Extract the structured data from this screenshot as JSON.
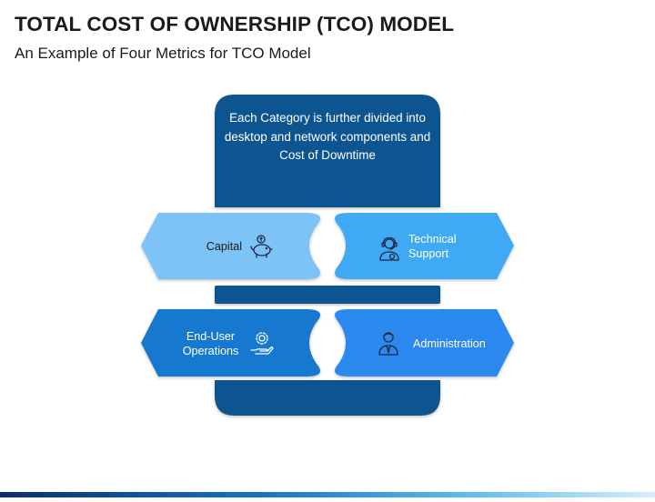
{
  "header": {
    "title": "TOTAL COST OF OWNERSHIP (TCO) MODEL",
    "subtitle": "An Example of Four Metrics for TCO Model"
  },
  "center": {
    "description": "Each Category is further divided into desktop and network components and Cost of Downtime"
  },
  "metrics": {
    "capital": {
      "label": "Capital",
      "icon": "piggy-bank-icon"
    },
    "technical_support": {
      "label": "Technical Support",
      "icon": "support-agent-icon"
    },
    "end_user_operations": {
      "label": "End-User Operations",
      "icon": "gear-hand-icon"
    },
    "administration": {
      "label": "Administration",
      "icon": "administrator-icon"
    }
  },
  "colors": {
    "navy": "#0e5591",
    "light_blue": "#7ec3f6",
    "sky_blue": "#40a9f4",
    "royal_blue": "#1478cf",
    "mid_blue": "#2a88ee",
    "icon_dark": "#1b2a44",
    "text_dark": "#1a1a1a"
  }
}
